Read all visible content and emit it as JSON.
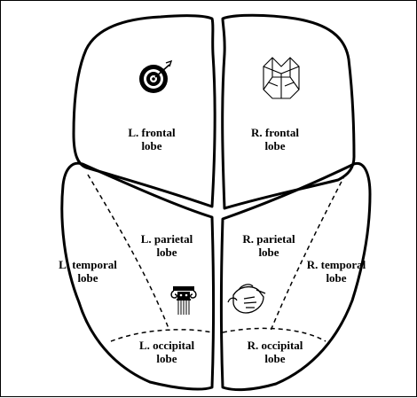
{
  "regions": {
    "l_frontal": {
      "line1": "L. frontal",
      "line2": "lobe"
    },
    "r_frontal": {
      "line1": "R. frontal",
      "line2": "lobe"
    },
    "l_parietal": {
      "line1": "L. parietal",
      "line2": "lobe"
    },
    "r_parietal": {
      "line1": "R. parietal",
      "line2": "lobe"
    },
    "l_temporal": {
      "line1": "L. temporal",
      "line2": "lobe"
    },
    "r_temporal": {
      "line1": "R. temporal",
      "line2": "lobe"
    },
    "l_occipital": {
      "line1": "L. occipital",
      "line2": "lobe"
    },
    "r_occipital": {
      "line1": "R. occipital",
      "line2": "lobe"
    }
  },
  "icons": [
    "target-icon",
    "cube-structure-icon",
    "column-capital-icon",
    "hands-icon"
  ],
  "colors": {
    "outline": "#000000",
    "background": "#ffffff"
  }
}
